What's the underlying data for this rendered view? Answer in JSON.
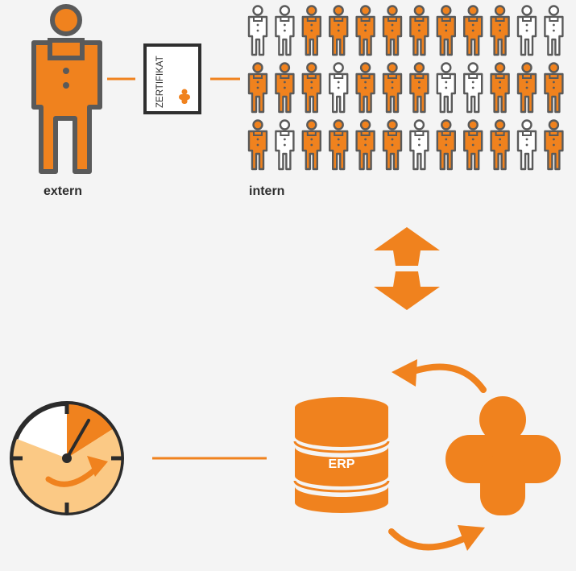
{
  "labels": {
    "extern": "extern",
    "intern": "intern",
    "certificate": "ZERTIFIKAT",
    "erp": "ERP"
  },
  "workforce": {
    "rows": [
      [
        "white",
        "white",
        "orange",
        "orange",
        "orange",
        "orange",
        "orange",
        "orange",
        "orange",
        "orange",
        "white",
        "white"
      ],
      [
        "orange",
        "orange",
        "orange",
        "white",
        "orange",
        "orange",
        "orange",
        "white",
        "white",
        "orange",
        "orange",
        "orange"
      ],
      [
        "orange",
        "white",
        "orange",
        "orange",
        "orange",
        "orange",
        "white",
        "orange",
        "orange",
        "orange",
        "white",
        "orange"
      ]
    ]
  },
  "colors": {
    "orange": "#f0821e",
    "light_orange": "#fbc985",
    "gray": "#5a5a5a",
    "dark": "#2f2f2f",
    "background": "#f4f4f4"
  },
  "icons": [
    "person-icon",
    "certificate-icon",
    "bidirectional-arrow-icon",
    "clock-icon",
    "database-icon",
    "cycle-arrow-icon",
    "logo-icon"
  ]
}
